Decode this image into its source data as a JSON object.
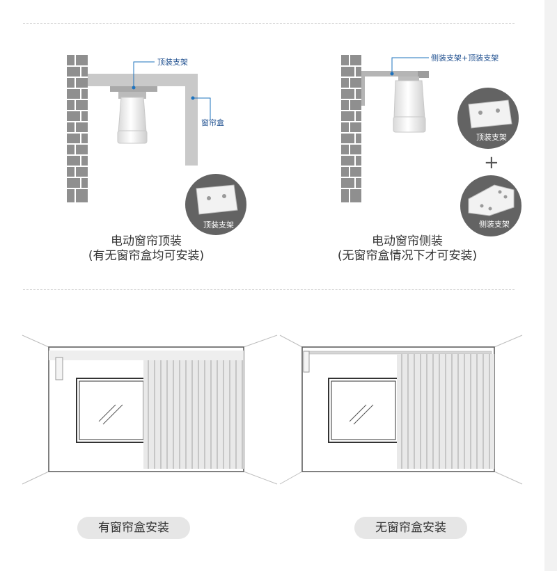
{
  "top_mount": {
    "caption_line1": "电动窗帘顶装",
    "caption_line2": "(有无窗帘盒均可安装)",
    "callout_bracket": "顶装支架",
    "callout_box": "窗帘盒",
    "badge_label": "顶装支架"
  },
  "side_mount": {
    "caption_line1": "电动窗帘侧装",
    "caption_line2": "(无窗帘盒情况下才可安装)",
    "callout_bracket": "侧装支架+顶装支架",
    "badge_top_label": "顶装支架",
    "plus_sign": "+",
    "badge_side_label": "侧装支架"
  },
  "scenes": {
    "with_box_label": "有窗帘盒安装",
    "without_box_label": "无窗帘盒安装"
  },
  "colors": {
    "accent_blue": "#1e73be",
    "callout_text": "#1e4f8f",
    "badge_bg": "#636363",
    "pill_bg": "#e6e6e6"
  }
}
